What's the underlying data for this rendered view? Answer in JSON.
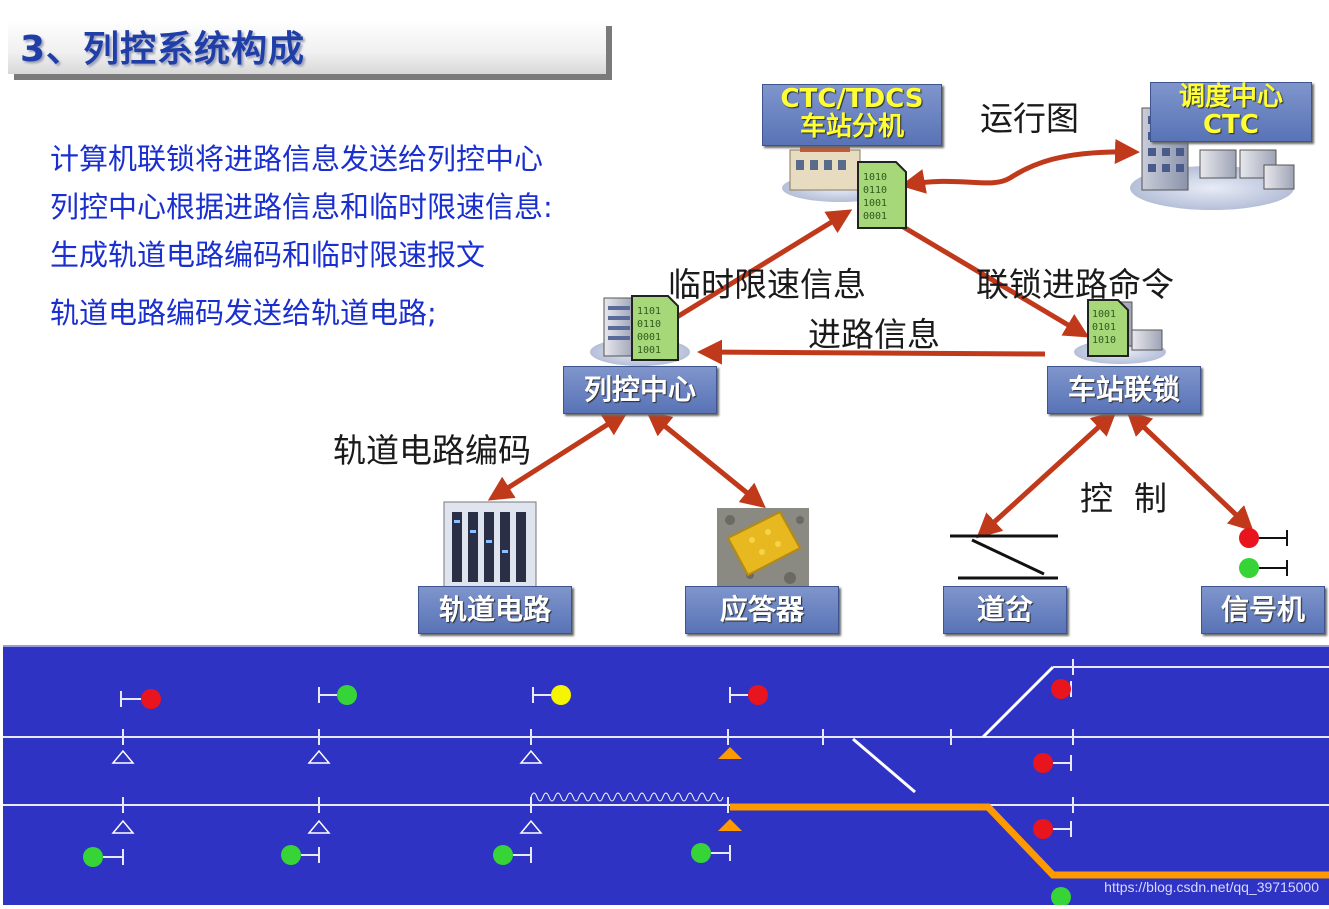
{
  "title": "3、列控系统构成",
  "description": [
    "计算机联锁将进路信息发送给列控中心",
    "列控中心根据进路信息和临时限速信息:",
    "生成轨道电路编码和临时限速报文",
    "轨道电路编码发送给轨道电路;"
  ],
  "nodes": {
    "ctc_station": {
      "line1": "CTC/TDCS",
      "line2": "车站分机"
    },
    "dispatch": {
      "line1": "调度中心",
      "line2": "CTC"
    },
    "train_control": "列控中心",
    "interlocking": "车站联锁",
    "track_circuit": "轨道电路",
    "balise": "应答器",
    "switch": "道岔",
    "signal": "信号机"
  },
  "edge_labels": {
    "schedule": "运行图",
    "temp_speed": "临时限速信息",
    "interlock_cmd": "联锁进路命令",
    "route_info": "进路信息",
    "track_code": "轨道电路编码",
    "control": "控  制"
  },
  "binary_text": "1010 0110 1001 0001",
  "colors": {
    "arrow": "#c0391b",
    "label_fill": "#6680c0",
    "panel": "#2f33c4",
    "signal_red": "#e8141e",
    "signal_green": "#36d436",
    "signal_yellow": "#f5f500",
    "route": "#ff9900"
  },
  "track_signals": {
    "upper": [
      "red",
      "green",
      "yellow",
      "red"
    ],
    "lower": [
      "green",
      "green",
      "green",
      "green"
    ],
    "right_column": [
      "red",
      "red",
      "red",
      "green"
    ]
  },
  "watermark": "https://blog.csdn.net/qq_39715000"
}
